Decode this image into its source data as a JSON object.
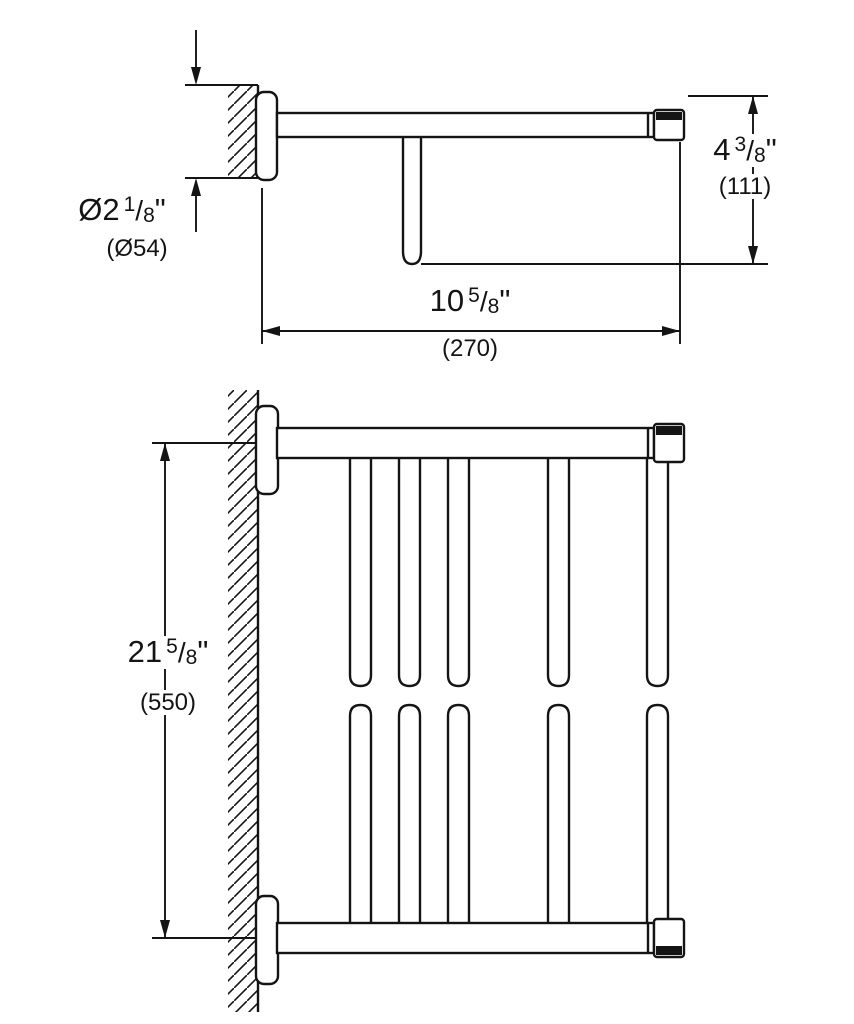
{
  "drawing": {
    "background": "#ffffff",
    "line_color": "#141414"
  },
  "side_view": {
    "diameter": {
      "prefix": "Ø2",
      "num": "1",
      "sep": "/",
      "den": "8",
      "unit": "\"",
      "metric": "(Ø54)"
    },
    "height": {
      "prefix": "4",
      "num": "3",
      "sep": "/",
      "den": "8",
      "unit": "\"",
      "metric": "(111)"
    },
    "width": {
      "prefix": "10",
      "num": "5",
      "sep": "/",
      "den": "8",
      "unit": "\"",
      "metric": "(270)"
    }
  },
  "front_view": {
    "total_height": {
      "prefix": "21",
      "num": "5",
      "sep": "/",
      "den": "8",
      "unit": "\"",
      "metric": "(550)"
    }
  }
}
